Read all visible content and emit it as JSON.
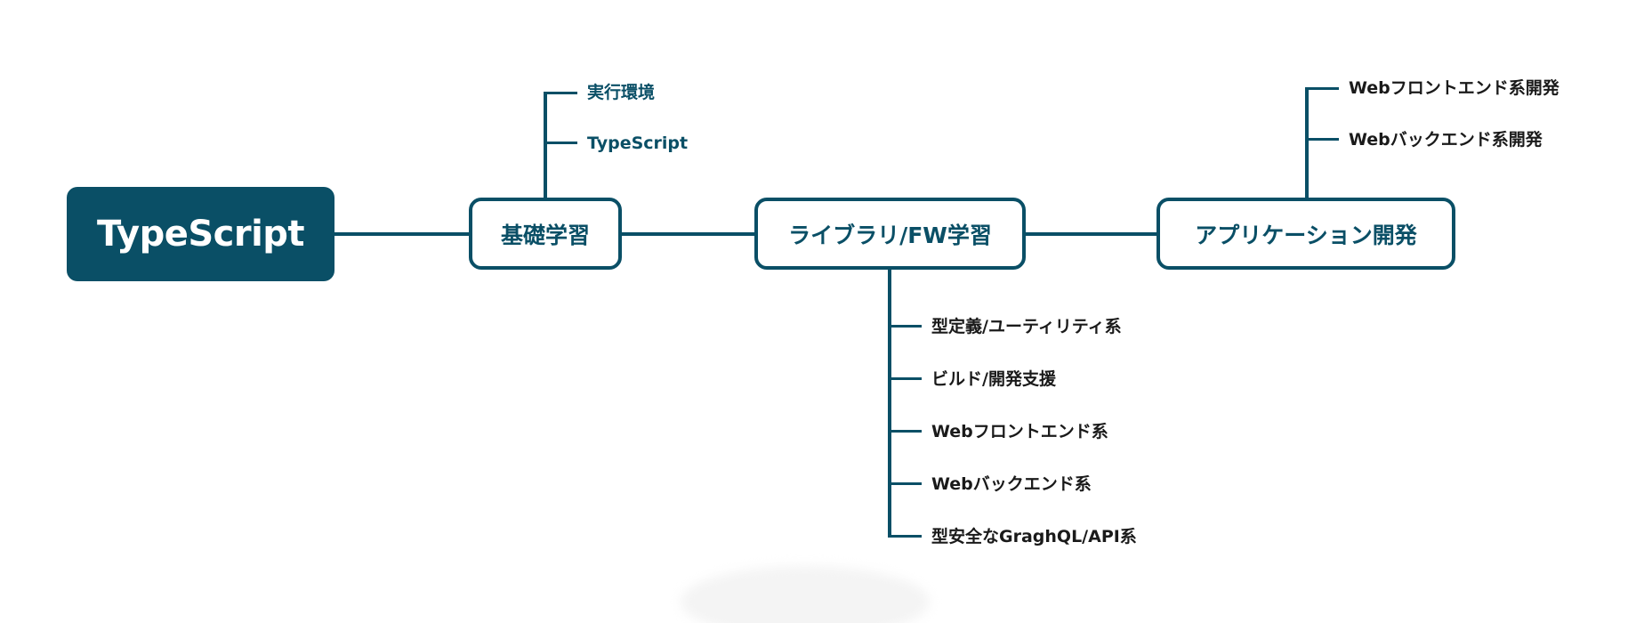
{
  "root": {
    "label": "TypeScript"
  },
  "categories": {
    "basics": {
      "label": "基礎学習",
      "leaves": [
        "実行環境",
        "TypeScript"
      ]
    },
    "libraries": {
      "label": "ライブラリ/FW学習",
      "leaves": [
        "型定義/ユーティリティ系",
        "ビルド/開発支援",
        "Webフロントエンド系",
        "Webバックエンド系",
        "型安全なGraghQL/API系"
      ]
    },
    "apps": {
      "label": "アプリケーション開発",
      "leaves": [
        "Webフロントエンド系開発",
        "Webバックエンド系開発"
      ]
    }
  },
  "colors": {
    "accent": "#0a4f66",
    "leaf_text": "#1a1a1a",
    "background": "#ffffff"
  }
}
